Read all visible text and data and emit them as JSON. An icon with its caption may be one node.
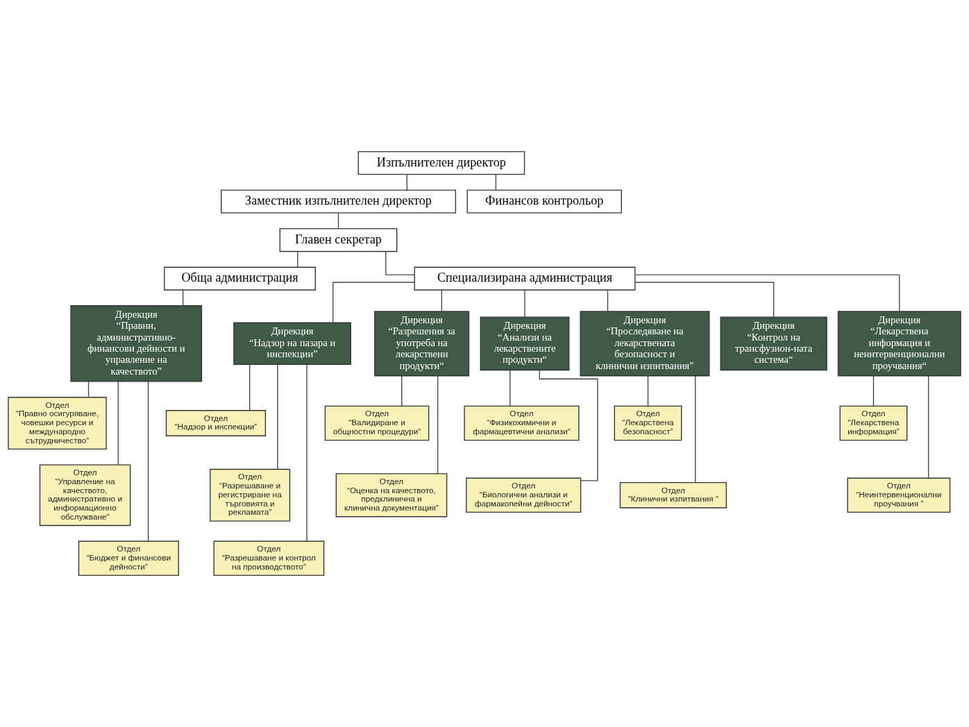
{
  "diagram": {
    "nodes": [
      {
        "text": [
          "Изпълнителен директор"
        ]
      },
      {
        "text": [
          "Заместник изпълнителен директор"
        ]
      },
      {
        "text": [
          "Финансов контрольор"
        ]
      },
      {
        "text": [
          "Главен секретар"
        ]
      },
      {
        "text": [
          "Обща администрация"
        ]
      },
      {
        "text": [
          "Специализирана администрация"
        ]
      },
      {
        "text": [
          "Дирекция",
          "“Правни, административно-финансови дейности и управление на качеството”"
        ]
      },
      {
        "text": [
          "Дирекция",
          "“Надзор на пазара и инспекции”"
        ]
      },
      {
        "text": [
          "Дирекция",
          "“Разрешения за употреба на лекарствени продукти“"
        ]
      },
      {
        "text": [
          "Дирекция",
          "“Анализи на лекарствените продукти“"
        ]
      },
      {
        "text": [
          "Дирекция",
          "“Проследяване на лекарствената безопасност и клинични изпитвания”"
        ]
      },
      {
        "text": [
          "Дирекция",
          "“Контрол на трансфузион-ната система“"
        ]
      },
      {
        "text": [
          "Дирекция",
          "“Лекарствена информация и неинтервенционални проучвания“"
        ]
      },
      {
        "text": [
          "Отдел",
          "“Правно осигуряване, човешки ресурси и международно сътрудничество”"
        ]
      },
      {
        "text": [
          "Отдел",
          "“Управление на качеството, административно и информационно обслужване”"
        ]
      },
      {
        "text": [
          "Отдел",
          "“Бюджет и финансови дейности”"
        ]
      },
      {
        "text": [
          "Отдел",
          "“Надзор и инспекции”"
        ]
      },
      {
        "text": [
          "Отдел",
          "“Разрешаване и регистриране на търговията и рекламата”"
        ]
      },
      {
        "text": [
          "Отдел",
          "“Разрешаване и контрол на производството”"
        ]
      },
      {
        "text": [
          "Отдел",
          "“Валидиране и общностни процедури”"
        ]
      },
      {
        "text": [
          "Отдел",
          "“Оценка на качеството, предклинична и клинична документация”"
        ]
      },
      {
        "text": [
          "Отдел",
          "“Физикохимични и фармацевтични анализи”"
        ]
      },
      {
        "text": [
          "Отдел",
          "“Биологични анализи и фармакопейни дейности”"
        ]
      },
      {
        "text": [
          "Отдел",
          "“Лекарствена безопасност”"
        ]
      },
      {
        "text": [
          "Отдел",
          "“Клинични изпитвания ”"
        ]
      },
      {
        "text": [
          "Отдел",
          "“Лекарствена информация”"
        ]
      },
      {
        "text": [
          "Отдел",
          "“Неинтервенционални проучвания ”"
        ]
      }
    ],
    "edges": [
      {
        "from": 0,
        "to": 1,
        "arrow": "none"
      },
      {
        "from": 0,
        "to": 2,
        "arrow": "none"
      },
      {
        "from": 1,
        "to": 3,
        "arrow": "none"
      },
      {
        "from": 3,
        "to": 4,
        "arrow": "none"
      },
      {
        "from": 3,
        "to": 5,
        "arrow": "none"
      },
      {
        "from": 4,
        "to": 6,
        "arrow": "none"
      },
      {
        "from": 5,
        "to": 7,
        "arrow": "none"
      },
      {
        "from": 5,
        "to": 8,
        "arrow": "none"
      },
      {
        "from": 5,
        "to": 9,
        "arrow": "none"
      },
      {
        "from": 5,
        "to": 10,
        "arrow": "none"
      },
      {
        "from": 5,
        "to": 11,
        "arrow": "none"
      },
      {
        "from": 5,
        "to": 12,
        "arrow": "none"
      },
      {
        "from": 6,
        "to": 13,
        "arrow": "none"
      },
      {
        "from": 6,
        "to": 14,
        "arrow": "none"
      },
      {
        "from": 6,
        "to": 15,
        "arrow": "none"
      },
      {
        "from": 7,
        "to": 16,
        "arrow": "none"
      },
      {
        "from": 7,
        "to": 17,
        "arrow": "none"
      },
      {
        "from": 7,
        "to": 18,
        "arrow": "none"
      },
      {
        "from": 8,
        "to": 19,
        "arrow": "none"
      },
      {
        "from": 8,
        "to": 20,
        "arrow": "none"
      },
      {
        "from": 9,
        "to": 21,
        "arrow": "none"
      },
      {
        "from": 9,
        "to": 22,
        "arrow": "none"
      },
      {
        "from": 10,
        "to": 23,
        "arrow": "none"
      },
      {
        "from": 10,
        "to": 24,
        "arrow": "none"
      },
      {
        "from": 12,
        "to": 25,
        "arrow": "none"
      },
      {
        "from": 12,
        "to": 26,
        "arrow": "none"
      }
    ]
  }
}
